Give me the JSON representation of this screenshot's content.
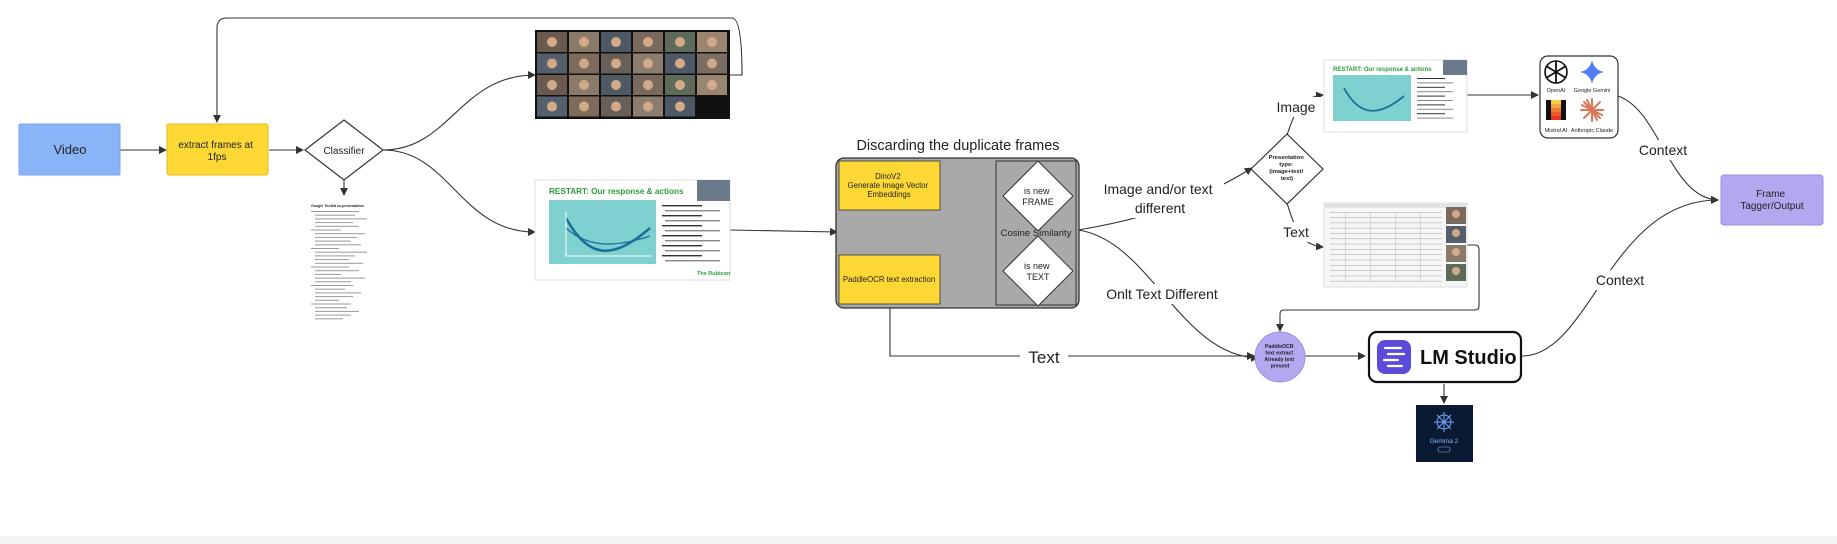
{
  "nodes": {
    "video": "Video",
    "extract": "extract frames at 1fps",
    "classifier": "Classifier",
    "discard_title": "Discarding the duplicate frames",
    "dinov2": "DinoV2 Generate Image Vector Embeddings",
    "paddle": "PaddleOCR text extraction",
    "is_new_frame": "is new FRAME",
    "is_new_text": "is new TEXT",
    "cosine": "Cosine Similarity",
    "presentation_type": "Presentation type: (image+text/ text)",
    "paddle_circle": "PaddleOCR text extract Already text present",
    "lm_studio": "LM Studio",
    "gemma": "Gemma 2",
    "frame_tagger": "Frame Tagger/Output",
    "slide_title": "RESTART: Our response & actions",
    "slide_footer": "The Rubicon",
    "doc_title": "Google Toolkit co-presentation"
  },
  "edge_labels": {
    "image_text_diff": "Image and/or text different",
    "text_only_diff": "Onlt Text Different",
    "text": "Text",
    "image": "Image",
    "text_branch": "Text",
    "context_top": "Context",
    "context_bottom": "Context"
  },
  "ai_models": [
    {
      "name": "OpenAI",
      "icon": "openai-icon"
    },
    {
      "name": "Google Gemini",
      "icon": "gemini-icon"
    },
    {
      "name": "Mistral AI",
      "icon": "mistral-icon"
    },
    {
      "name": "Anthropic Claude",
      "icon": "claude-icon"
    }
  ],
  "colors": {
    "video": "#8ab4f8",
    "yellow": "#fdd835",
    "gray_panel": "#a9a9a9",
    "purple_circle": "#b4a7f0",
    "purple_box": "#b4a7f0",
    "lm_blue": "#5b4bdb"
  }
}
